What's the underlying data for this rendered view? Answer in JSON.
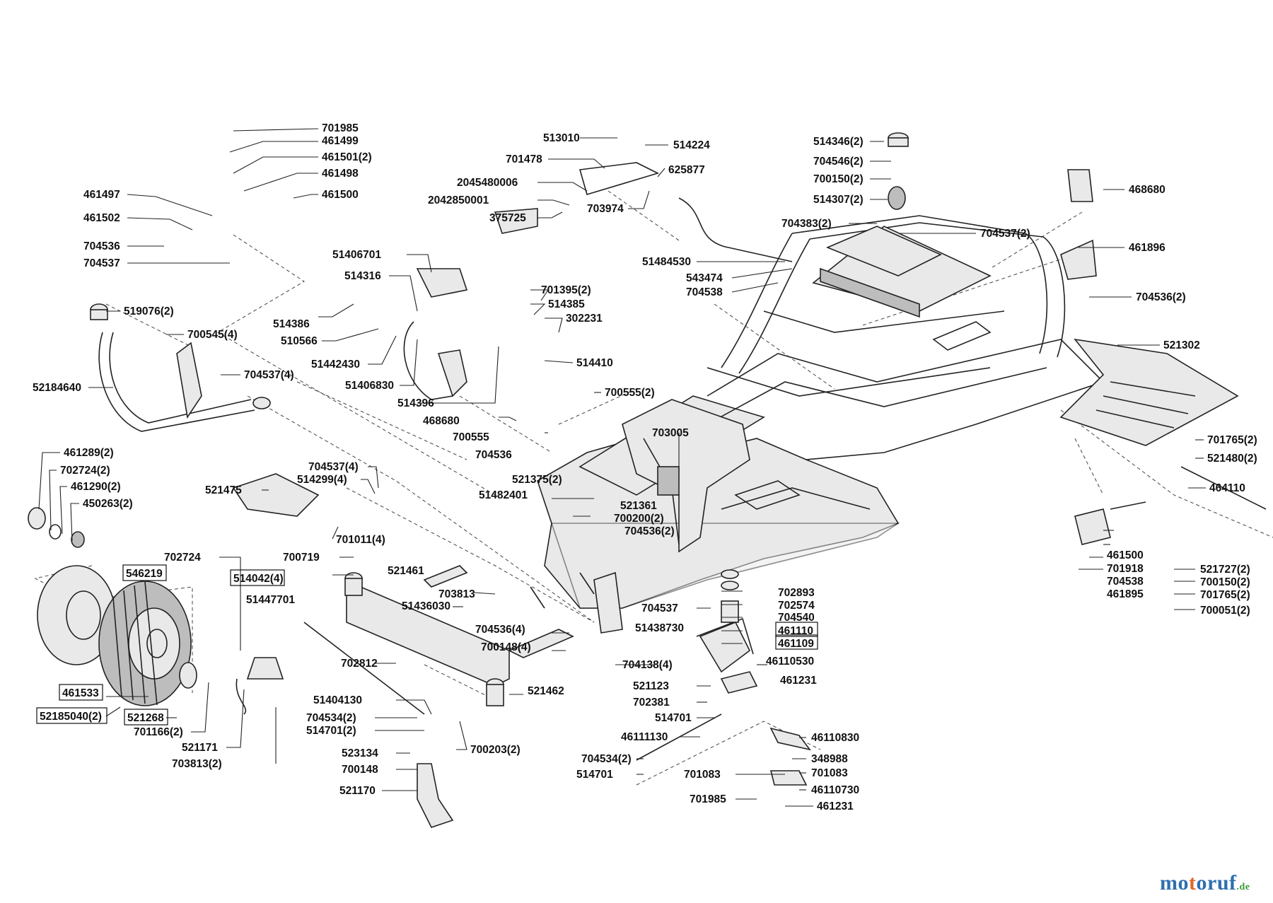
{
  "logo": {
    "p1": "mo",
    "p2": "t",
    "p3": "oruf",
    "p4": ".de"
  },
  "callouts": [
    {
      "id": "c1",
      "text": "701985"
    },
    {
      "id": "c2",
      "text": "461499"
    },
    {
      "id": "c3",
      "text": "461501(2)"
    },
    {
      "id": "c4",
      "text": "461498"
    },
    {
      "id": "c5",
      "text": "461500"
    },
    {
      "id": "c6",
      "text": "461497"
    },
    {
      "id": "c7",
      "text": "461502"
    },
    {
      "id": "c8",
      "text": "704536"
    },
    {
      "id": "c9",
      "text": "704537"
    },
    {
      "id": "c10",
      "text": "513010"
    },
    {
      "id": "c11",
      "text": "514224"
    },
    {
      "id": "c12",
      "text": "701478"
    },
    {
      "id": "c13",
      "text": "625877"
    },
    {
      "id": "c14",
      "text": "2045480006"
    },
    {
      "id": "c15",
      "text": "2042850001"
    },
    {
      "id": "c16",
      "text": "375725"
    },
    {
      "id": "c17",
      "text": "703974"
    },
    {
      "id": "c18",
      "text": "514346(2)"
    },
    {
      "id": "c19",
      "text": "704546(2)"
    },
    {
      "id": "c20",
      "text": "700150(2)"
    },
    {
      "id": "c21",
      "text": "514307(2)"
    },
    {
      "id": "c22",
      "text": "468680"
    },
    {
      "id": "c23",
      "text": "704383(2)"
    },
    {
      "id": "c24",
      "text": "704537(2)"
    },
    {
      "id": "c25",
      "text": "461896"
    },
    {
      "id": "c26",
      "text": "51484530"
    },
    {
      "id": "c27",
      "text": "543474"
    },
    {
      "id": "c28",
      "text": "704538"
    },
    {
      "id": "c29",
      "text": "704536(2)"
    },
    {
      "id": "c30",
      "text": "51406701"
    },
    {
      "id": "c31",
      "text": "514316"
    },
    {
      "id": "c32",
      "text": "701395(2)"
    },
    {
      "id": "c33",
      "text": "514385"
    },
    {
      "id": "c34",
      "text": "302231"
    },
    {
      "id": "c35",
      "text": "514386"
    },
    {
      "id": "c36",
      "text": "510566"
    },
    {
      "id": "c37",
      "text": "51442430"
    },
    {
      "id": "c38",
      "text": "514410"
    },
    {
      "id": "c39",
      "text": "51406830"
    },
    {
      "id": "c40",
      "text": "514396"
    },
    {
      "id": "c41",
      "text": "468680"
    },
    {
      "id": "c42",
      "text": "519076(2)"
    },
    {
      "id": "c43",
      "text": "700545(4)"
    },
    {
      "id": "c44",
      "text": "704537(4)"
    },
    {
      "id": "c45",
      "text": "52184640"
    },
    {
      "id": "c46",
      "text": "700555(2)"
    },
    {
      "id": "c47",
      "text": "700555"
    },
    {
      "id": "c48",
      "text": "704536"
    },
    {
      "id": "c49",
      "text": "703005"
    },
    {
      "id": "c50",
      "text": "521302"
    },
    {
      "id": "c51",
      "text": "701765(2)"
    },
    {
      "id": "c52",
      "text": "521480(2)"
    },
    {
      "id": "c53",
      "text": "464110"
    },
    {
      "id": "c54",
      "text": "461289(2)"
    },
    {
      "id": "c55",
      "text": "702724(2)"
    },
    {
      "id": "c56",
      "text": "461290(2)"
    },
    {
      "id": "c57",
      "text": "450263(2)"
    },
    {
      "id": "c58",
      "text": "704537(4)"
    },
    {
      "id": "c59",
      "text": "514299(4)"
    },
    {
      "id": "c60",
      "text": "521475"
    },
    {
      "id": "c61",
      "text": "701011(4)"
    },
    {
      "id": "c62",
      "text": "521375(2)"
    },
    {
      "id": "c63",
      "text": "51482401"
    },
    {
      "id": "c64",
      "text": "521361"
    },
    {
      "id": "c65",
      "text": "700200(2)"
    },
    {
      "id": "c66",
      "text": "704536(2)"
    },
    {
      "id": "c67",
      "text": "461500"
    },
    {
      "id": "c68",
      "text": "701918"
    },
    {
      "id": "c69",
      "text": "704538"
    },
    {
      "id": "c70",
      "text": "461895"
    },
    {
      "id": "c71",
      "text": "521727(2)"
    },
    {
      "id": "c72",
      "text": "700150(2)"
    },
    {
      "id": "c73",
      "text": "701765(2)"
    },
    {
      "id": "c74",
      "text": "700051(2)"
    },
    {
      "id": "c75",
      "text": "702724"
    },
    {
      "id": "c76",
      "text": "700719"
    },
    {
      "id": "c77",
      "text": "546219"
    },
    {
      "id": "c78",
      "text": "514042(4)"
    },
    {
      "id": "c79",
      "text": "521461"
    },
    {
      "id": "c80",
      "text": "51447701"
    },
    {
      "id": "c81",
      "text": "703813"
    },
    {
      "id": "c82",
      "text": "51436030"
    },
    {
      "id": "c83",
      "text": "702893"
    },
    {
      "id": "c84",
      "text": "702574"
    },
    {
      "id": "c85",
      "text": "704540"
    },
    {
      "id": "c86",
      "text": "461110"
    },
    {
      "id": "c87",
      "text": "461109"
    },
    {
      "id": "c88",
      "text": "704537"
    },
    {
      "id": "c89",
      "text": "51438730"
    },
    {
      "id": "c90",
      "text": "704536(4)"
    },
    {
      "id": "c91",
      "text": "700148(4)"
    },
    {
      "id": "c92",
      "text": "704138(4)"
    },
    {
      "id": "c93",
      "text": "46110530"
    },
    {
      "id": "c94",
      "text": "461231"
    },
    {
      "id": "c95",
      "text": "521123"
    },
    {
      "id": "c96",
      "text": "702381"
    },
    {
      "id": "c97",
      "text": "514701"
    },
    {
      "id": "c98",
      "text": "702812"
    },
    {
      "id": "c99",
      "text": "521462"
    },
    {
      "id": "c100",
      "text": "461533"
    },
    {
      "id": "c101",
      "text": "51404130"
    },
    {
      "id": "c102",
      "text": "521268"
    },
    {
      "id": "c103",
      "text": "52185040(2)"
    },
    {
      "id": "c104",
      "text": "704534(2)"
    },
    {
      "id": "c105",
      "text": "514701(2)"
    },
    {
      "id": "c106",
      "text": "701166(2)"
    },
    {
      "id": "c107",
      "text": "521171"
    },
    {
      "id": "c108",
      "text": "700203(2)"
    },
    {
      "id": "c109",
      "text": "46111130"
    },
    {
      "id": "c110",
      "text": "46110830"
    },
    {
      "id": "c111",
      "text": "523134"
    },
    {
      "id": "c112",
      "text": "348988"
    },
    {
      "id": "c113",
      "text": "700148"
    },
    {
      "id": "c114",
      "text": "704534(2)"
    },
    {
      "id": "c115",
      "text": "701083"
    },
    {
      "id": "c116",
      "text": "703813(2)"
    },
    {
      "id": "c117",
      "text": "514701"
    },
    {
      "id": "c118",
      "text": "701083"
    },
    {
      "id": "c119",
      "text": "46110730"
    },
    {
      "id": "c120",
      "text": "521170"
    },
    {
      "id": "c121",
      "text": "701985"
    },
    {
      "id": "c122",
      "text": "461231"
    }
  ]
}
